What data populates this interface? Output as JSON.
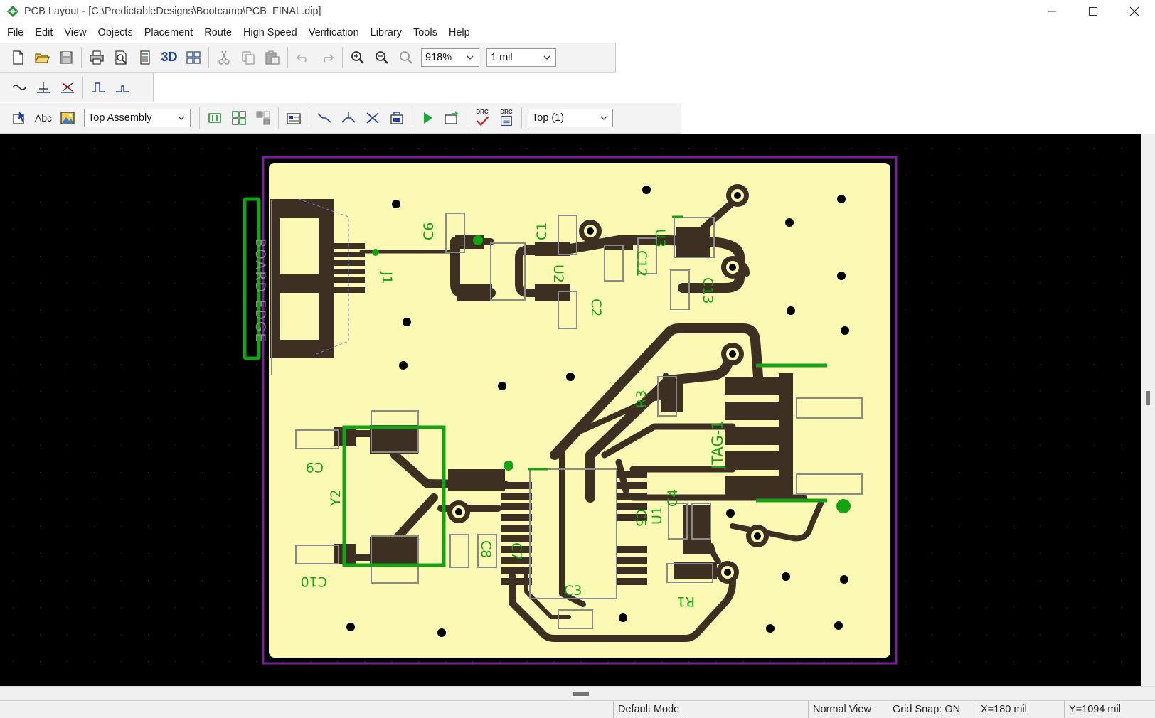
{
  "window": {
    "title": "PCB Layout - [C:\\PredictableDesigns\\Bootcamp\\PCB_FINAL.dip]",
    "minimize_icon": "minimize-icon",
    "maximize_icon": "maximize-icon",
    "close_icon": "close-icon"
  },
  "menu": [
    "File",
    "Edit",
    "View",
    "Objects",
    "Placement",
    "Route",
    "High Speed",
    "Verification",
    "Library",
    "Tools",
    "Help"
  ],
  "toolbar1": {
    "buttons": [
      "new-file-icon",
      "open-folder-icon",
      "save-icon",
      "print-icon",
      "print-preview-icon",
      "report-icon",
      "3d-view-icon",
      "layout-grid-icon",
      "cut-icon",
      "copy-icon",
      "paste-icon",
      "undo-icon",
      "redo-icon",
      "zoom-in-icon",
      "zoom-out-icon",
      "zoom-fit-icon"
    ],
    "label_3d": "3D",
    "zoom_value": "918%",
    "grid_value": "1 mil"
  },
  "toolbar2": {
    "buttons": [
      "route-trace-icon",
      "via-icon",
      "unroute-icon",
      "pulse-icon",
      "signal-step-icon"
    ]
  },
  "toolbar3": {
    "abc_label": "Abc",
    "layer_view_value": "Top Assembly",
    "drc_label": "DRC",
    "layer_value": "Top (1)",
    "buttons": [
      "select-tool-icon",
      "text-tool-icon",
      "image-tool-icon",
      "component-icon",
      "group-icon",
      "ungroup-icon",
      "properties-icon",
      "trace-icon",
      "split-trace-icon",
      "delete-trace-icon",
      "copper-pour-icon",
      "run-icon",
      "export-icon",
      "drc-check-icon",
      "drc-report-icon"
    ]
  },
  "board": {
    "silkscreen_labels": {
      "board_edge": "BOARD EDGE",
      "j1": "J1",
      "c6": "C6",
      "c1": "C1",
      "u2": "U2",
      "c2": "C2",
      "c12": "C12",
      "u3": "U3",
      "c13": "C13",
      "r3": "R3",
      "jtag": "JTAG-1",
      "c9": "C9",
      "y2": "Y2",
      "c10": "C10",
      "c8": "C8",
      "c7": "C7",
      "c3": "C3",
      "c5": "C5",
      "c4": "C4",
      "u1": "U1",
      "r1": "R1"
    },
    "colors": {
      "board_fill": "#fcf9b4",
      "copper": "#3d3023",
      "outline": "#7a1fa0",
      "silk": "#13a313",
      "footprint": "#8a8a8a",
      "canvas": "#000000"
    }
  },
  "status": {
    "mode": "Default Mode",
    "view": "Normal View",
    "grid_snap": "Grid Snap: ON",
    "x": "X=180 mil",
    "y": "Y=1094 mil"
  }
}
